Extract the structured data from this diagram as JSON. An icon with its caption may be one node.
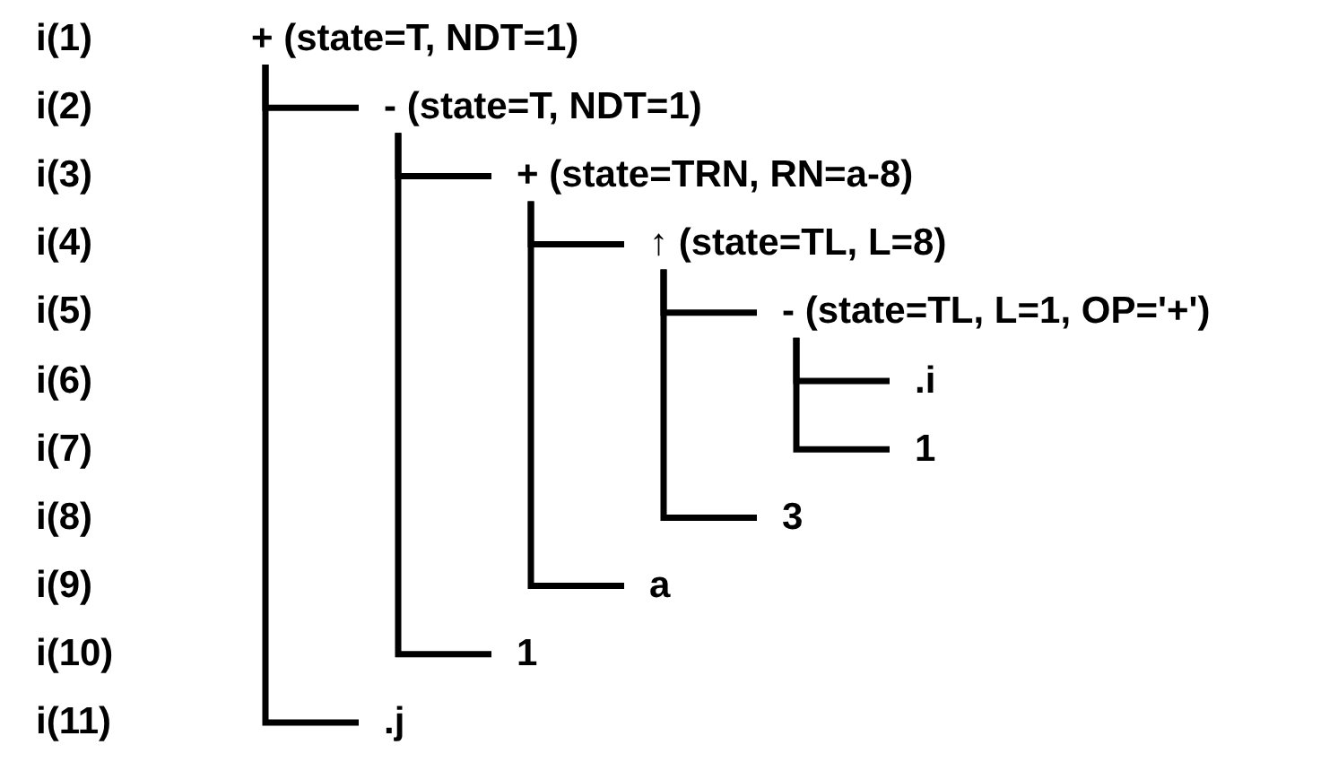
{
  "diagram": {
    "nodes": [
      {
        "text": [
          "+ (state=T, NDT=1)"
        ]
      },
      {
        "text": [
          "- (state=T, NDT=1)"
        ]
      },
      {
        "text": [
          "+ (state=TRN, RN=a-8)"
        ]
      },
      {
        "text": [
          "↑ (state=TL, L=8)"
        ]
      },
      {
        "text": [
          "- (state=TL, L=1, OP='+')"
        ]
      },
      {
        "text": [
          ".i"
        ]
      },
      {
        "text": [
          "1"
        ]
      },
      {
        "text": [
          "3"
        ]
      },
      {
        "text": [
          "a"
        ]
      },
      {
        "text": [
          "1"
        ]
      },
      {
        "text": [
          ".j"
        ]
      }
    ],
    "edges": [
      {
        "from": 0,
        "to": 1,
        "arrow": "none"
      },
      {
        "from": 1,
        "to": 2,
        "arrow": "none"
      },
      {
        "from": 2,
        "to": 3,
        "arrow": "none"
      },
      {
        "from": 3,
        "to": 4,
        "arrow": "none"
      },
      {
        "from": 4,
        "to": 5,
        "arrow": "none"
      },
      {
        "from": 4,
        "to": 6,
        "arrow": "none"
      },
      {
        "from": 3,
        "to": 7,
        "arrow": "none"
      },
      {
        "from": 2,
        "to": 8,
        "arrow": "none"
      },
      {
        "from": 1,
        "to": 9,
        "arrow": "none"
      },
      {
        "from": 0,
        "to": 10,
        "arrow": "none"
      }
    ],
    "labels": [
      "i(1)",
      "i(2)",
      "i(3)",
      "i(4)",
      "i(5)",
      "i(6)",
      "i(7)",
      "i(8)",
      "i(9)",
      "i(10)",
      "i(11)"
    ]
  }
}
